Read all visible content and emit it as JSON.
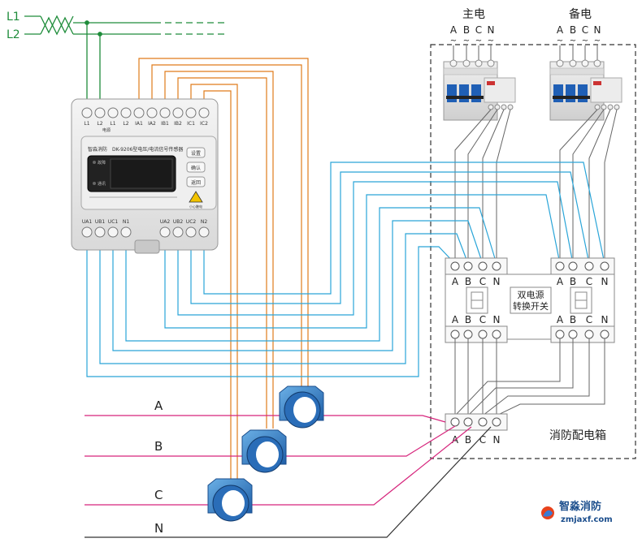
{
  "lines": {
    "l1": "L1",
    "l2": "L2"
  },
  "phases": {
    "a": "A",
    "b": "B",
    "c": "C",
    "n": "N"
  },
  "sources": {
    "main": "主电",
    "backup": "备电"
  },
  "tilde": "~",
  "device": {
    "top_terminals": [
      "L1",
      "L2",
      "L1",
      "L2",
      "IA1",
      "IA2",
      "IB1",
      "IB2",
      "IC1",
      "IC2"
    ],
    "top_group_label": "电源",
    "bottom_terminals": [
      "UA1",
      "UB1",
      "UC1",
      "N1",
      "UA2",
      "UB2",
      "UC2",
      "N2"
    ],
    "brand": "智淼消防",
    "model": "DK-9206型电压/电流信号传感器",
    "indicators": [
      "故障",
      "通讯"
    ],
    "buttons": [
      "设置",
      "确认",
      "返回"
    ],
    "warning": "小心触电"
  },
  "ats_label": [
    "双电源",
    "转换开关"
  ],
  "cabinet_label": "消防配电箱",
  "logo": {
    "name": "智淼消防",
    "url": "zmjaxf.com"
  },
  "colors": {
    "supply": "#1e8c3a",
    "current": "#e07b1a",
    "voltage": "#2aa5d8",
    "load": "#d6257c",
    "neutral": "#333333",
    "internal": "#666666"
  }
}
